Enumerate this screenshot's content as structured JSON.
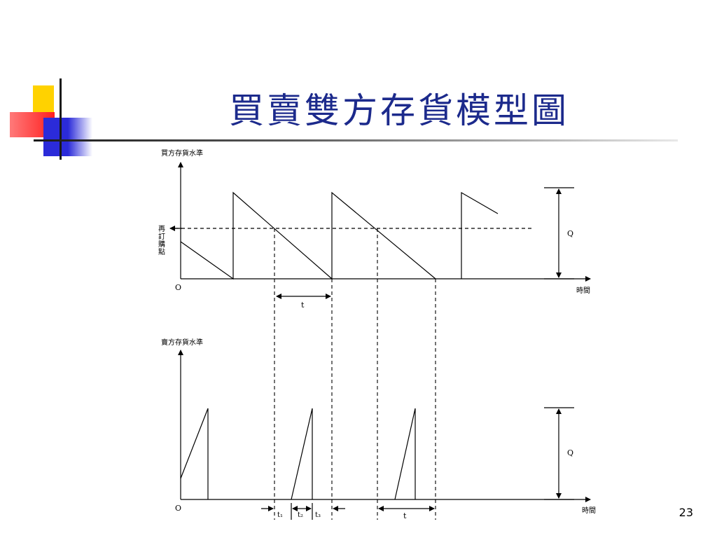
{
  "slide": {
    "title": "買賣雙方存貨模型圖",
    "page_number": "23"
  },
  "buyer_chart": {
    "ylabel": "買方存貨水準",
    "xlabel": "時間",
    "origin": "O",
    "reorder_label": [
      "再",
      "訂",
      "購",
      "點"
    ],
    "q_label": "Q",
    "t_label": "t"
  },
  "seller_chart": {
    "ylabel": "賣方存貨水準",
    "xlabel": "時間",
    "origin": "O",
    "q_label": "Q",
    "interval_labels": [
      "t₁",
      "t₂",
      "t₃",
      "t"
    ]
  }
}
